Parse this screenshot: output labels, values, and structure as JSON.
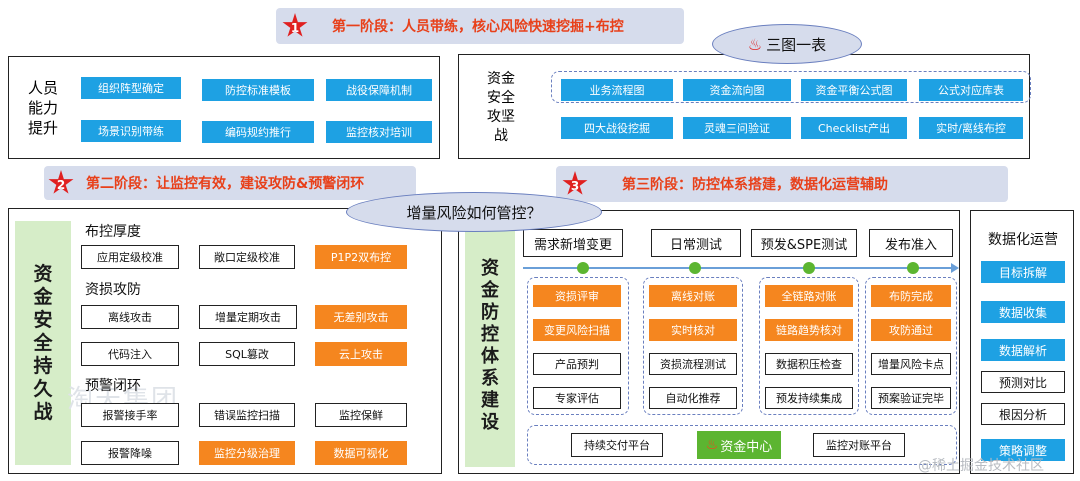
{
  "stage1": {
    "num": "1",
    "title": "第一阶段：人员带练，核心风险快速挖掘+布控"
  },
  "stage2": {
    "num": "2",
    "title": "第二阶段：让监控有效，建设攻防&预警闭环"
  },
  "stage3": {
    "num": "3",
    "title": "第三阶段：防控体系搭建，数据化运营辅助"
  },
  "bubble1": "三图一表",
  "bubble2": "增量风险如何管控？",
  "people": {
    "label": [
      "人员",
      "能力",
      "提升"
    ],
    "items": [
      "组织阵型确定",
      "防控标准模板",
      "战役保障机制",
      "场景识别带练",
      "编码规约推行",
      "监控核对培训"
    ]
  },
  "fund_battle": {
    "label": [
      "资金",
      "安全",
      "攻坚",
      "战"
    ],
    "row1": [
      "业务流程图",
      "资金流向图",
      "资金平衡公式图",
      "公式对应库表"
    ],
    "row2": [
      "四大战役挖掘",
      "灵魂三问验证",
      "Checklist产出",
      "实时/离线布控"
    ]
  },
  "persist": {
    "label": [
      "资",
      "金",
      "安",
      "全",
      "持",
      "久",
      "战"
    ],
    "sections": [
      "布控厚度",
      "资损攻防",
      "预警闭环"
    ],
    "row1": [
      "应用定级校准",
      "敞口定级校准",
      "P1P2双布控"
    ],
    "row2": [
      "离线攻击",
      "增量定期攻击",
      "无差别攻击"
    ],
    "row3": [
      "代码注入",
      "SQL篡改",
      "云上攻击"
    ],
    "row4": [
      "报警接手率",
      "错误监控扫描",
      "监控保鲜"
    ],
    "row5": [
      "报警降噪",
      "监控分级治理",
      "数据可视化"
    ]
  },
  "watermark": "淘天集团",
  "system": {
    "label": [
      "资",
      "金",
      "防",
      "控",
      "体",
      "系",
      "建",
      "设"
    ],
    "headers": [
      "需求新增变更",
      "日常测试",
      "预发&SPE测试",
      "发布准入"
    ],
    "col1": [
      "资损评审",
      "变更风险扫描",
      "产品预判",
      "专家评估"
    ],
    "col2": [
      "离线对账",
      "实时核对",
      "资损流程测试",
      "自动化推荐"
    ],
    "col3": [
      "全链路对账",
      "链路趋势核对",
      "数据积压检查",
      "预发持续集成"
    ],
    "col4": [
      "布防完成",
      "攻防通过",
      "增量风险卡点",
      "预案验证完毕"
    ],
    "platforms": [
      "持续交付平台",
      "资金中心",
      "监控对账平台"
    ]
  },
  "data_ops": {
    "title": "数据化运营",
    "items": [
      "目标拆解",
      "数据收集",
      "数据解析",
      "预测对比",
      "根因分析",
      "策略调整"
    ]
  },
  "footer": "@稀土掘金技术社区",
  "colors": {
    "blue": "#1ea1e3",
    "orange": "#f5861f",
    "red": "#e8401a",
    "green": "#5cb531",
    "banner": "#d6dcec"
  }
}
